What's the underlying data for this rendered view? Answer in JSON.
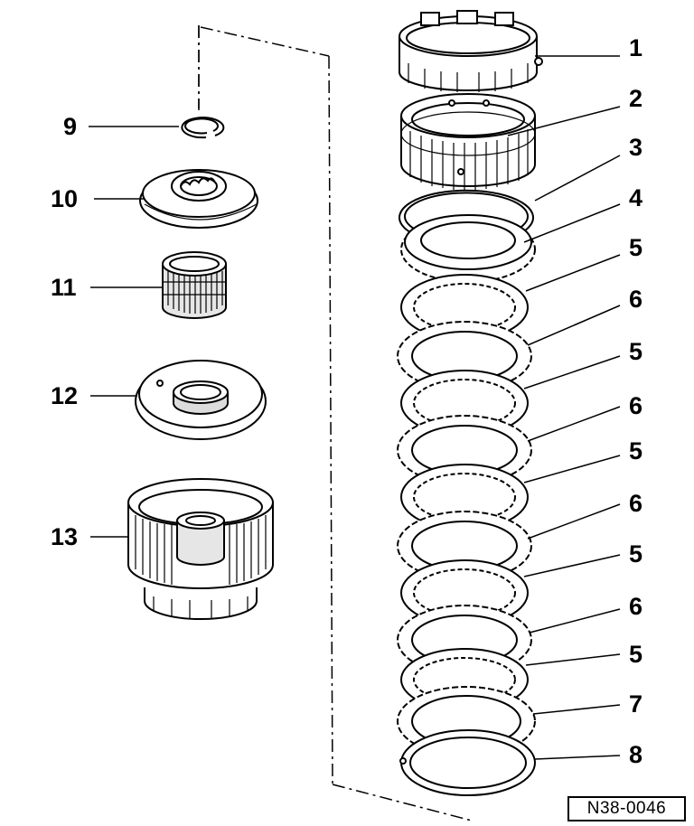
{
  "figure": {
    "reference_code": "N38-0046",
    "colors": {
      "ink": "#000000",
      "paper": "#ffffff",
      "shade": "#cfcfcf"
    }
  },
  "callouts": {
    "c1": "1",
    "c2": "2",
    "c3": "3",
    "c4": "4",
    "c5a": "5",
    "c6a": "6",
    "c5b": "5",
    "c6b": "6",
    "c5c": "5",
    "c6c": "6",
    "c5d": "5",
    "c6d": "6",
    "c5e": "5",
    "c7": "7",
    "c8": "8",
    "c9": "9",
    "c10": "10",
    "c11": "11",
    "c12": "12",
    "c13": "13"
  }
}
